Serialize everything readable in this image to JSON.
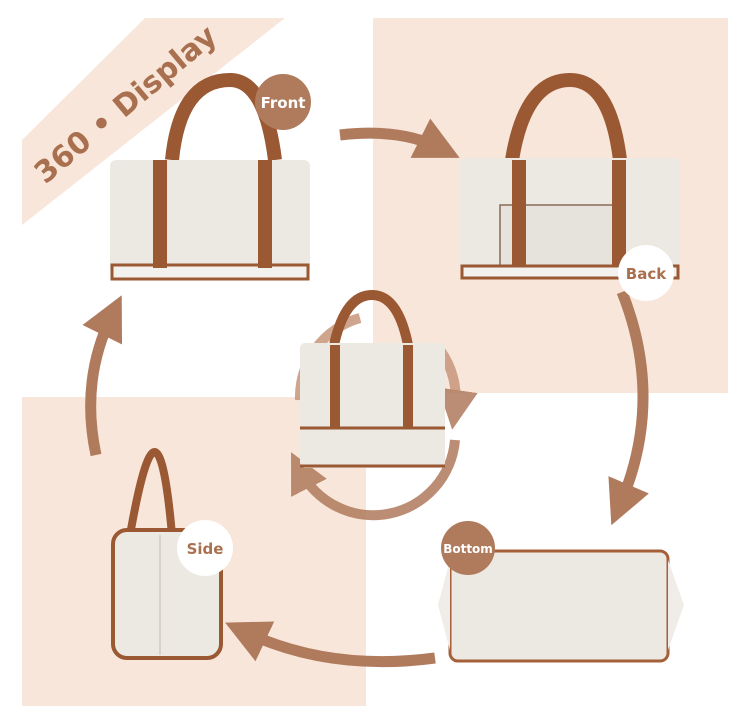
{
  "banner": {
    "title": "360 • Display"
  },
  "views": {
    "front": "Front",
    "back": "Back",
    "side": "Side",
    "bottom": "Bottom"
  },
  "colors": {
    "panel": "#f8e6da",
    "accent": "#b07a5c",
    "bag": "#ece9e3",
    "strap": "#9a5833"
  }
}
